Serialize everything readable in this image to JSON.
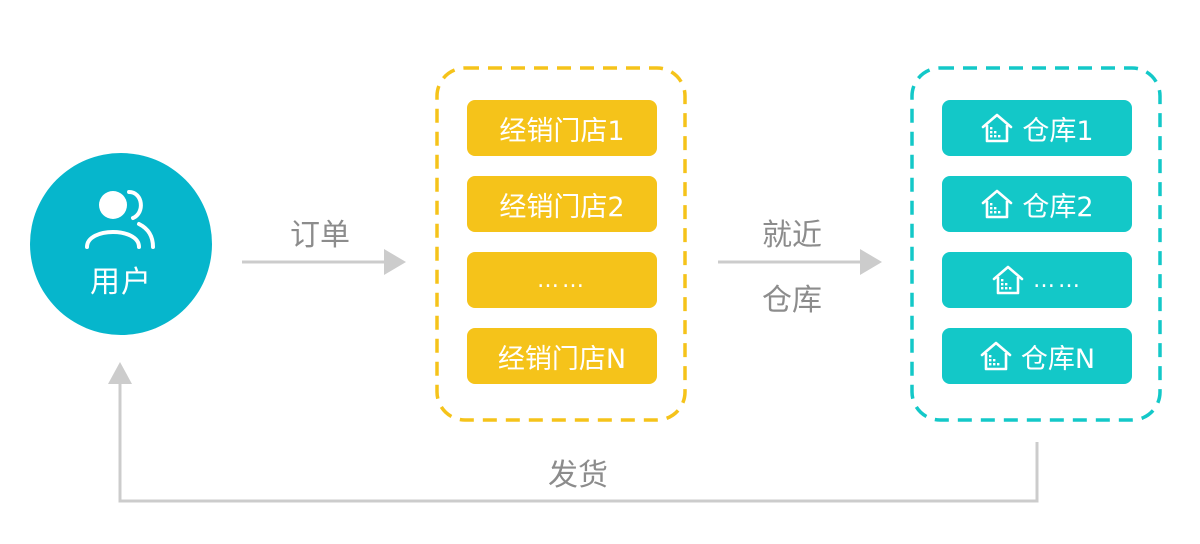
{
  "colors": {
    "user": "#06b6cc",
    "dealer": "#f5c31a",
    "warehouse": "#13c8c8",
    "arrow": "#cccccc",
    "label": "#8c8c8c"
  },
  "user": {
    "label": "用户",
    "icon": "users-icon"
  },
  "flows": {
    "order": "订单",
    "nearest_line1": "就近",
    "nearest_line2": "仓库",
    "ship": "发货"
  },
  "dealers": [
    {
      "label": "经销门店1"
    },
    {
      "label": "经销门店2"
    },
    {
      "label": "……"
    },
    {
      "label": "经销门店N"
    }
  ],
  "warehouses": [
    {
      "label": "仓库1",
      "icon": "warehouse-icon"
    },
    {
      "label": "仓库2",
      "icon": "warehouse-icon"
    },
    {
      "label": "……",
      "icon": "warehouse-icon"
    },
    {
      "label": "仓库N",
      "icon": "warehouse-icon"
    }
  ]
}
